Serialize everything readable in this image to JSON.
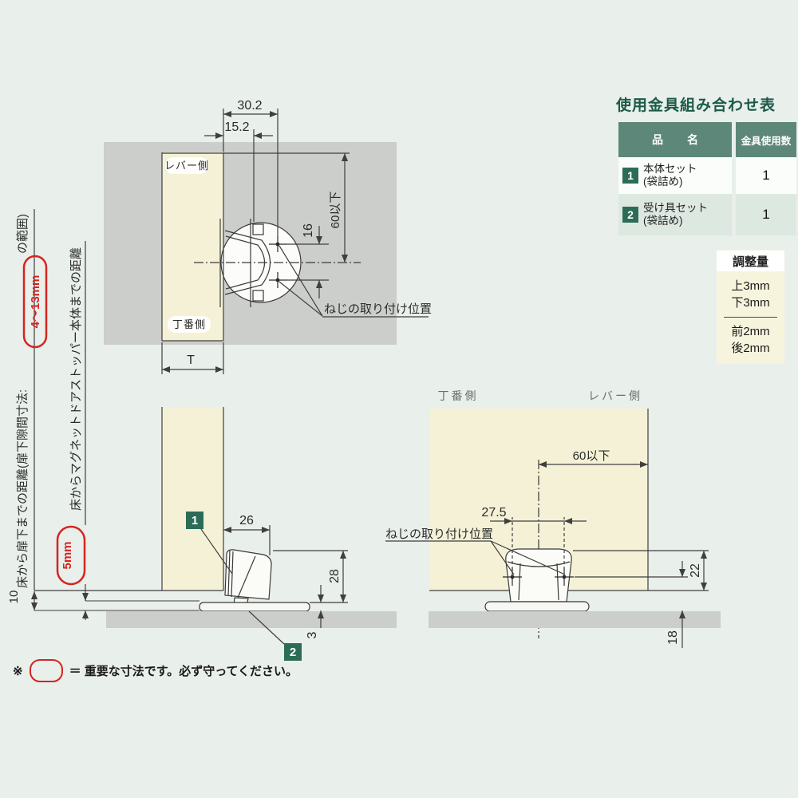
{
  "colors": {
    "accent_green": "#2c6c57",
    "header_green": "#5d8779",
    "title_green": "#1c5a49",
    "red": "#d42420",
    "wall_gray": "#cbcecb",
    "door_cream": "#f4f1d6"
  },
  "plan_view": {
    "lever_side": "レバー側",
    "hinge_side": "丁番側",
    "screw_label": "ねじの取り付け位置",
    "dim_30_2": "30.2",
    "dim_15_2": "15.2",
    "dim_60": "60以下",
    "dim_16": "16",
    "dim_T": "T"
  },
  "side_view": {
    "dim_26": "26",
    "dim_28": "28",
    "dim_3": "3",
    "dim_10": "10",
    "red_5mm": "5mm",
    "badge_body": "1",
    "badge_catch": "2"
  },
  "front_view": {
    "hinge_side": "丁番側",
    "lever_side": "レバー側",
    "screw_label": "ねじの取り付け位置",
    "dim_60": "60以下",
    "dim_27_5": "27.5",
    "dim_22": "22",
    "dim_18": "18"
  },
  "left_notes": {
    "line1_pre": "床から扉下までの距離(扉下隙間寸法:",
    "line1_red": "4〜13mm",
    "line1_post": "の範囲)",
    "line2": "床からマグネットドアストッパー本体までの距離"
  },
  "hardware_table": {
    "title": "使用金具組み合わせ表",
    "col_name": "品　名",
    "col_qty": "金具使用数",
    "rows": [
      {
        "no": "1",
        "name": "本体セット",
        "sub": "(袋詰め)",
        "qty": "1"
      },
      {
        "no": "2",
        "name": "受け具セット",
        "sub": "(袋詰め)",
        "qty": "1"
      }
    ]
  },
  "adjustment": {
    "title": "調整量",
    "up": "上3mm",
    "down": "下3mm",
    "front": "前2mm",
    "back": "後2mm"
  },
  "footnote": {
    "mark": "※",
    "text": "＝ 重要な寸法です。必ず守ってください。"
  }
}
